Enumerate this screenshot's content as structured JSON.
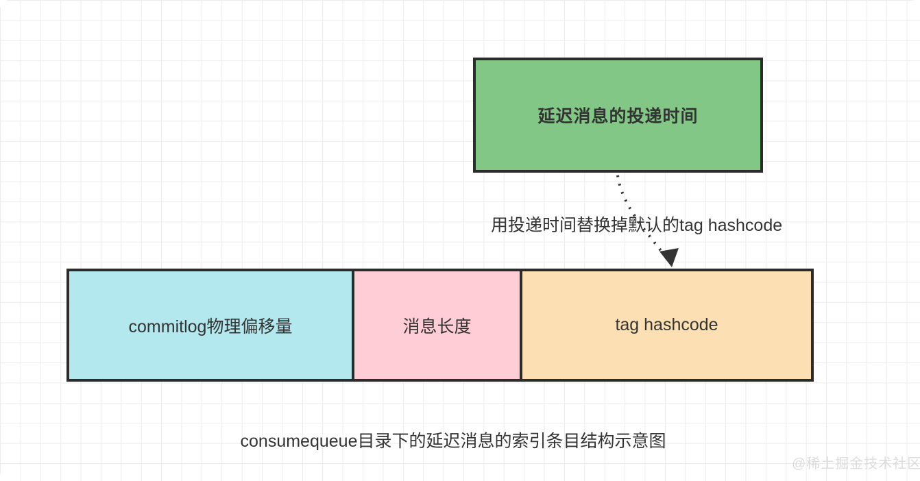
{
  "diagram": {
    "source_box": {
      "label": "延迟消息的投递时间",
      "fill": "#82c785"
    },
    "arrow": {
      "label": "用投递时间替换掉默认的tag hashcode",
      "style": "dotted",
      "color": "#333333"
    },
    "index_entry_row": {
      "cells": [
        {
          "label": "commitlog物理偏移量",
          "fill": "#b3e8ee"
        },
        {
          "label": "消息长度",
          "fill": "#ffcdd5"
        },
        {
          "label": "tag hashcode",
          "fill": "#fce0b3"
        }
      ]
    },
    "caption": "consumequeue目录下的延迟消息的索引条目结构示意图",
    "watermark": "@稀土掘金技术社区",
    "colors": {
      "border": "#2b2b2b",
      "grid_line": "#ececec",
      "text": "#333333",
      "watermark": "#dcdcdc"
    }
  }
}
